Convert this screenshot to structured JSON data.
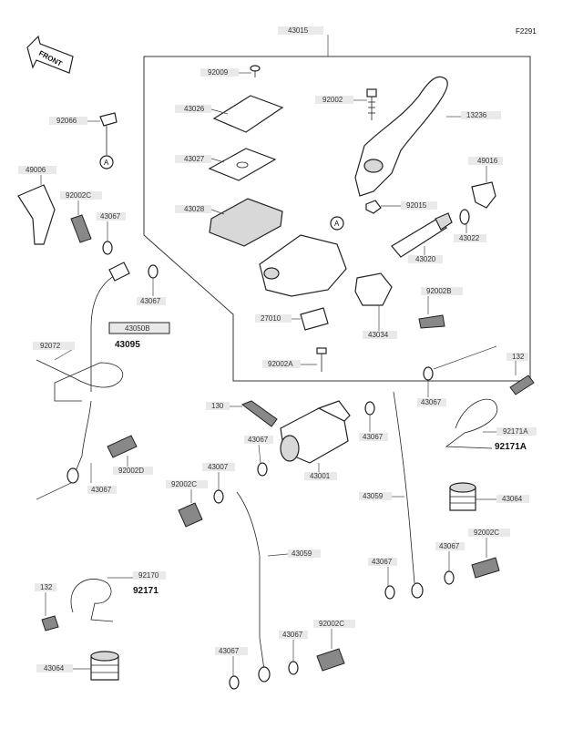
{
  "figure_id": "F2291",
  "front_label": "FRONT",
  "callout_A": "A",
  "labels": {
    "p43015": "43015",
    "p92009": "92009",
    "p43026": "43026",
    "p92002": "92002",
    "p13236": "13236",
    "p92066": "92066",
    "p43027": "43027",
    "p49016": "49016",
    "p49006": "49006",
    "p92002C_a": "92002C",
    "p43067_a": "43067",
    "p43028": "43028",
    "p92015": "92015",
    "p43022": "43022",
    "p43020": "43020",
    "p43067_b": "43067",
    "p43050B": "43050B",
    "p43095": "43095",
    "p92002B": "92002B",
    "p27010": "27010",
    "p43034": "43034",
    "p92072": "92072",
    "p92002A": "92002A",
    "p132_a": "132",
    "p43067_c": "43067",
    "p130": "130",
    "p92171A_small": "92171A",
    "p92171A_big": "92171A",
    "p43067_d": "43067",
    "p43067_e": "43067",
    "p92002D": "92002D",
    "p43001": "43001",
    "p43007": "43007",
    "p43067_f": "43067",
    "p92002C_b": "92002C",
    "p43059_a": "43059",
    "p43064_a": "43064",
    "p43067_g": "43067",
    "p92002C_c": "92002C",
    "p43059_b": "43059",
    "p43067_h": "43067",
    "p132_b": "132",
    "p92170": "92170",
    "p92171": "92171",
    "p92002C_d": "92002C",
    "p43067_i": "43067",
    "p43064_b": "43064",
    "p43067_j": "43067"
  }
}
